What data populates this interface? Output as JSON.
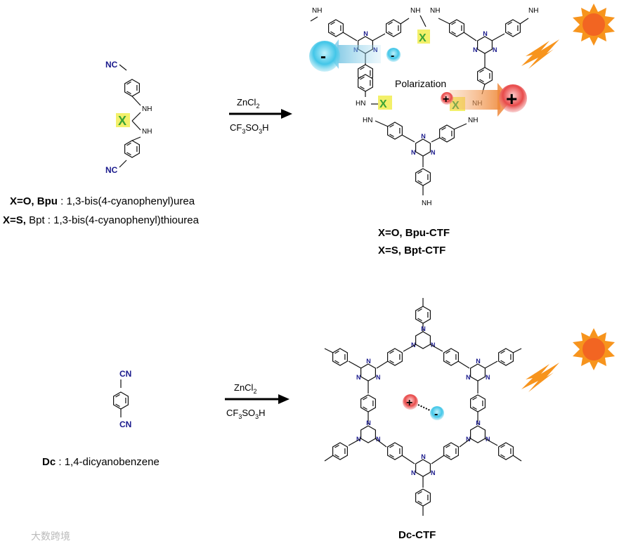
{
  "monomers": {
    "bpu_bpt": {
      "top_group": "NC",
      "bottom_group": "NC",
      "x_label": "X",
      "nh_top": "NH",
      "nh_bottom": "NH",
      "caption_line1_prefix": "X=O, ",
      "caption_line1_name": "Bpu",
      "caption_line1_rest": " : 1,3-bis(4-cyanophenyl)urea",
      "caption_line2_prefix": "X=S, ",
      "caption_line2_name": "Bpt",
      "caption_line2_rest": " : 1,3-bis(4-cyanophenyl)thiourea"
    },
    "dc": {
      "top_group": "CN",
      "bottom_group": "CN",
      "caption_name": "Dc",
      "caption_rest": " : 1,4-dicyanobenzene"
    }
  },
  "reactions": {
    "top": {
      "reagent1": "ZnCl",
      "reagent1_sub": "2",
      "reagent2_a": "CF",
      "reagent2_sub1": "3",
      "reagent2_b": "SO",
      "reagent2_sub2": "3",
      "reagent2_c": "H"
    },
    "bottom": {
      "reagent1": "ZnCl",
      "reagent1_sub": "2",
      "reagent2_a": "CF",
      "reagent2_sub1": "3",
      "reagent2_b": "SO",
      "reagent2_sub2": "3",
      "reagent2_c": "H"
    }
  },
  "products": {
    "bpu_ctf": {
      "caption_line1": "X=O, Bpu-CTF",
      "caption_line2": "X=S, Bpt-CTF",
      "polarization_label": "Polarization",
      "neg_symbol": "-",
      "pos_symbol": "+",
      "x_label": "X",
      "nh": "NH",
      "hn": "HN",
      "n": "N"
    },
    "dc_ctf": {
      "caption": "Dc-CTF",
      "pos_symbol": "+",
      "neg_symbol": "-",
      "n": "N"
    }
  },
  "watermark": "大数跨境",
  "colors": {
    "x_highlight": "#f3f06a",
    "x_text": "#3aa336",
    "neg_charge": "#42c6e8",
    "pos_charge": "#e84a4a",
    "sun": "#f7941d",
    "bolt": "#f7941d",
    "nitrogen": "#1a1a8c"
  }
}
